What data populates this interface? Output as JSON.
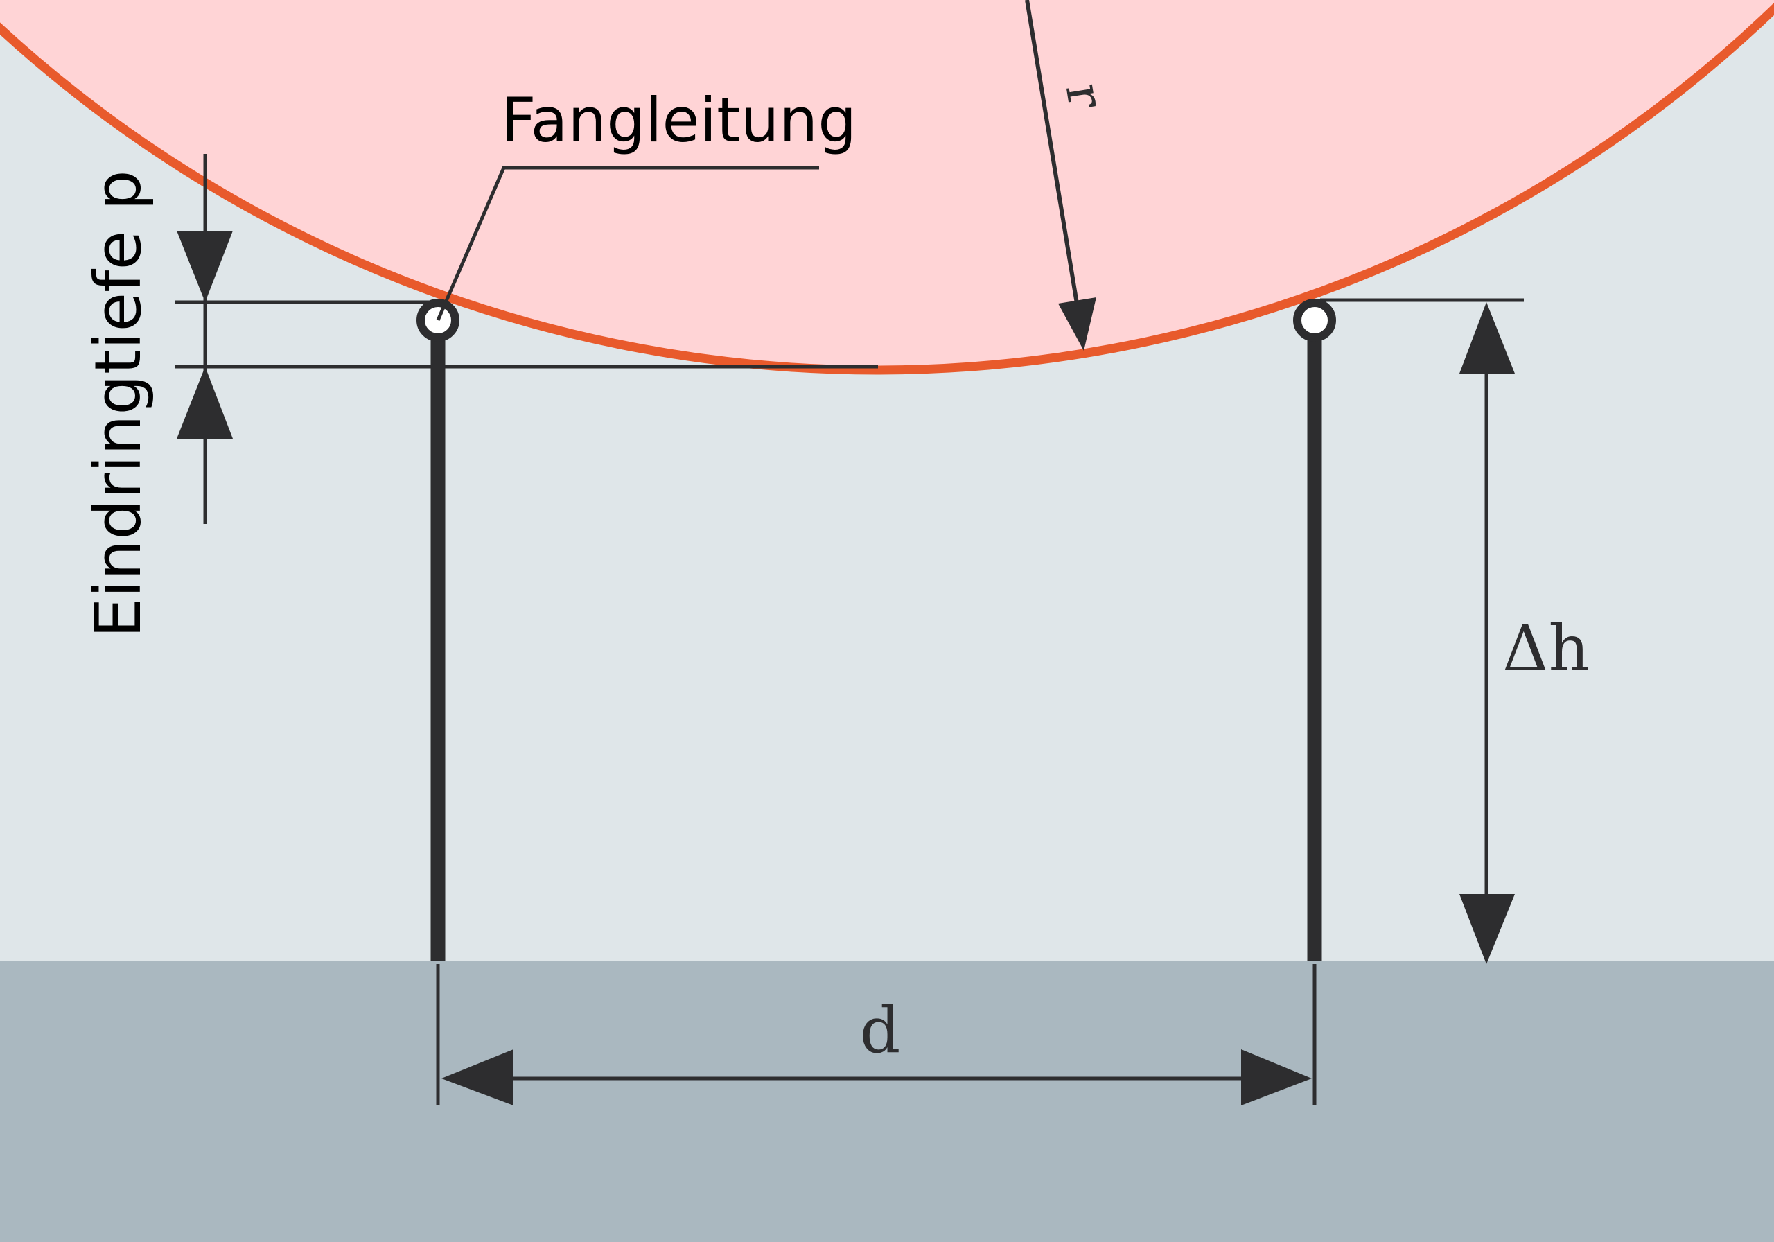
{
  "labels": {
    "conductor": "Fangleitung",
    "penetration_depth": "Eindringtiefe p",
    "radius": "r",
    "height_difference": "Δh",
    "distance": "d"
  },
  "colors": {
    "sky": "#dfe6e9",
    "ground": "#aab8c0",
    "sphere_fill": "#ffd4d6",
    "sphere_outline": "#e85a2c",
    "ink": "#2d2d2f"
  }
}
